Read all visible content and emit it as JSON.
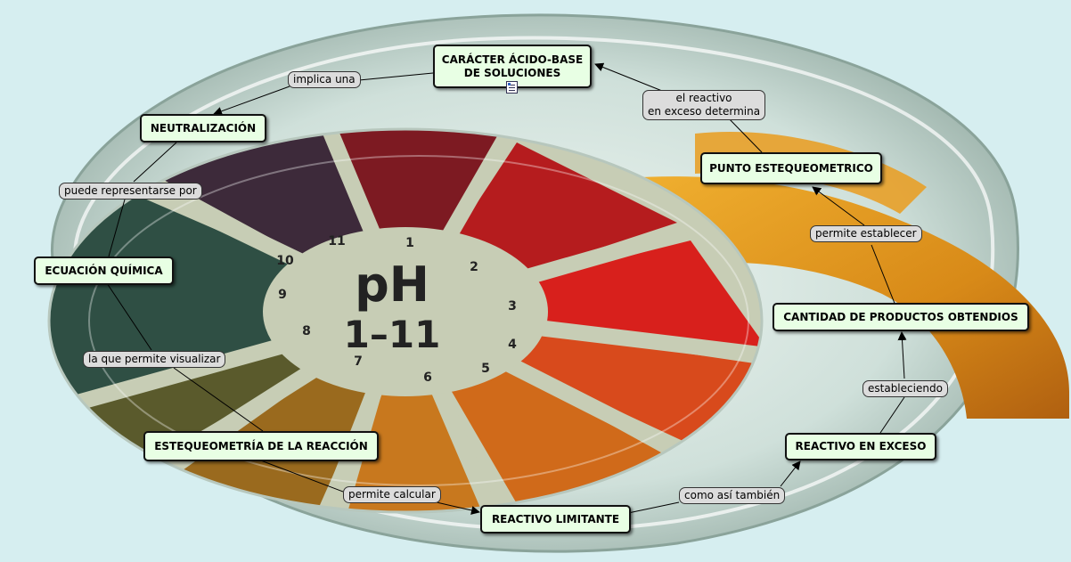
{
  "concepts": {
    "caracter": "CARÁCTER ÁCIDO-BASE\nDE SOLUCIONES",
    "neutralizacion": "NEUTRALIZACIÓN",
    "punto": "PUNTO ESTEQUEOMETRICO",
    "ecuacion": "ECUACIÓN QUÍMICA",
    "cantidad": "CANTIDAD DE PRODUCTOS OBTENDIOS",
    "estequeometria": "ESTEQUEOMETRÍA DE LA REACCIÓN",
    "exceso": "REACTIVO EN EXCESO",
    "limitante": "REACTIVO LIMITANTE"
  },
  "phrases": {
    "implica": "implica una",
    "reactivo_exceso_determina": "el reactivo\nen exceso determina",
    "puede": "puede representarse por",
    "permite_establecer": "permite establecer",
    "la_que": "la que permite visualizar",
    "estableciendo": "estableciendo",
    "permite_calcular": "permite calcular",
    "como_asi": "como así también"
  },
  "background": {
    "center_text_1": "pH",
    "center_text_2": "1–11",
    "numbers": [
      "1",
      "2",
      "3",
      "4",
      "5",
      "6",
      "7",
      "8",
      "9",
      "10",
      "11"
    ],
    "colors": {
      "sky": "#d6eef0",
      "teal": "#2f4f44",
      "purple": "#3d2a3a",
      "maroon": "#7d1a22",
      "red": "#c81e1c",
      "orange": "#d8501c",
      "amber": "#c8781e",
      "olive": "#5a5a2c",
      "paper": "#c7cdb5"
    }
  },
  "icons": {
    "resource": "document-icon"
  }
}
